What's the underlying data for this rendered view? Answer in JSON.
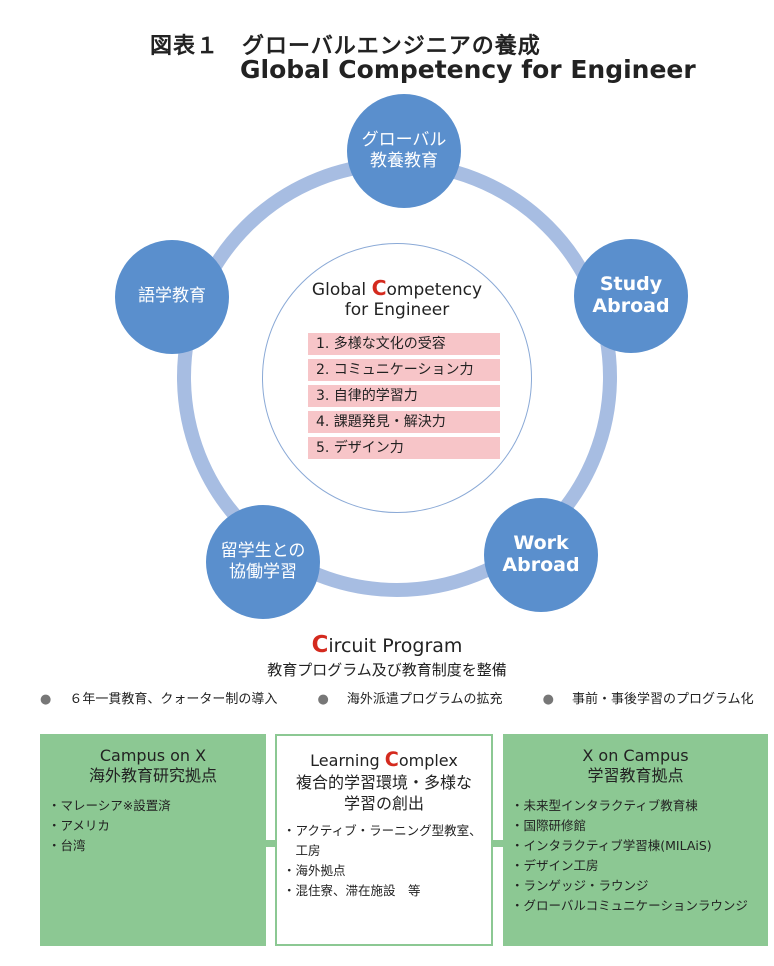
{
  "title": {
    "jp": "図表１　グローバルエンジニアの養成",
    "en": "Global Competency for Engineer"
  },
  "nodes": [
    {
      "line1": "グローバル",
      "line2": "教養教育"
    },
    {
      "line1": "Study",
      "line2": "Abroad"
    },
    {
      "line1": "Work",
      "line2": "Abroad"
    },
    {
      "line1": "留学生との",
      "line2": "協働学習"
    },
    {
      "line1": "語学教育",
      "line2": ""
    }
  ],
  "center": {
    "title_prefix": "Global ",
    "title_highlight": "C",
    "title_suffix": "ompetency",
    "title_line2": "for Engineer",
    "items": [
      "1. 多様な文化の受容",
      "2. コミュニケーション力",
      "3. 自律的学習力",
      "4. 課題発見・解決力",
      "5. デザイン力"
    ]
  },
  "program": {
    "highlight": "C",
    "name_rest": "ircuit Program",
    "subtitle": "教育プログラム及び教育制度を整備",
    "bullet_mark": "●",
    "bullets": [
      "６年一貫教育、クォーター制の導入",
      "海外派遣プログラムの拡充",
      "事前・事後学習のプログラム化"
    ]
  },
  "boxes": {
    "left": {
      "title1": "Campus on X",
      "title2": "海外教育研究拠点",
      "items": [
        "・マレーシア※設置済",
        "・アメリカ",
        "・台湾"
      ]
    },
    "middle": {
      "title_prefix": "Learning ",
      "title_highlight": "C",
      "title_suffix": "omplex",
      "title2": "複合的学習環境・多様な",
      "title3": "学習の創出",
      "items": [
        "・アクティブ・ラーニング型教室、",
        "　工房",
        "・海外拠点",
        "・混住寮、滞在施設　等"
      ]
    },
    "right": {
      "title1": "X on Campus",
      "title2": "学習教育拠点",
      "items": [
        "・未来型インタラクティブ教育棟",
        "・国際研修館",
        "・インタラクティブ学習棟(MILAiS)",
        "・デザイン工房",
        "・ランゲッジ・ラウンジ",
        "・グローバルコミュニケーションラウンジ"
      ]
    }
  },
  "colors": {
    "node_blue": "#5a8fcd",
    "ring_blue": "#a7bde2",
    "pink": "#f7c5c8",
    "green": "#8cc893",
    "accent_red": "#d42a1e"
  }
}
